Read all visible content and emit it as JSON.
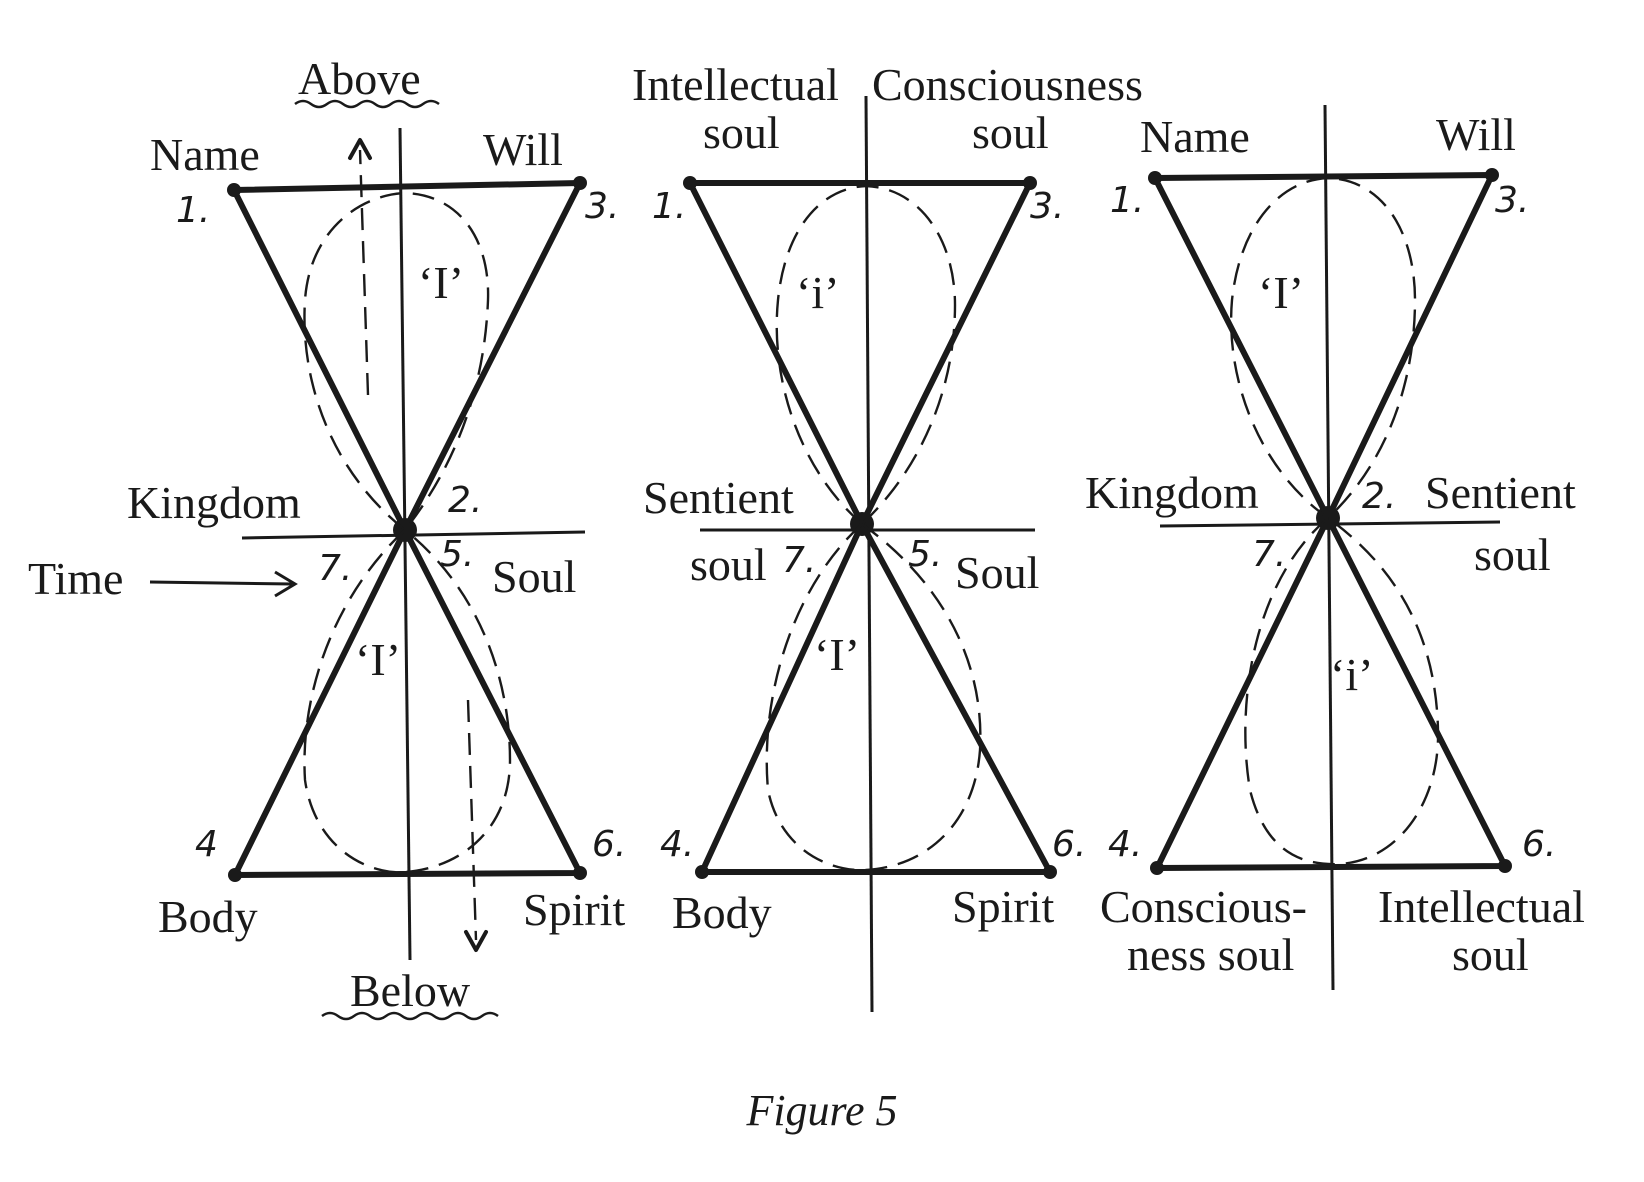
{
  "figure": {
    "caption": "Figure 5",
    "colors": {
      "ink": "#1a1a1a",
      "background": "#ffffff"
    },
    "left": {
      "above": "Above",
      "below": "Below",
      "time": "Time",
      "top_left_label": "Name",
      "top_right_label": "Will",
      "middle_left_label": "Kingdom",
      "middle_right_label": "Soul",
      "bottom_left_label": "Body",
      "bottom_right_label": "Spirit",
      "upper_ego": "‘I’",
      "lower_ego": "‘I’",
      "n1": "1.",
      "n2": "2.",
      "n3": "3.",
      "n4": "4",
      "n5": "5.",
      "n6": "6.",
      "n7": "7."
    },
    "middle": {
      "top_left_label_1": "Intellectual",
      "top_left_label_2": "soul",
      "top_right_label_1": "Consciousness",
      "top_right_label_2": "soul",
      "middle_left_label_1": "Sentient",
      "middle_left_label_2": "soul",
      "middle_right_label": "Soul",
      "bottom_left_label": "Body",
      "bottom_right_label": "Spirit",
      "upper_ego": "‘i’",
      "lower_ego": "‘I’",
      "n1": "1.",
      "n3": "3.",
      "n4": "4.",
      "n5": "5.",
      "n6": "6.",
      "n7": "7."
    },
    "right": {
      "top_left_label": "Name",
      "top_right_label": "Will",
      "middle_left_label": "Kingdom",
      "middle_right_label_1": "Sentient",
      "middle_right_label_2": "soul",
      "bottom_left_label_1": "Conscious-",
      "bottom_left_label_2": "ness soul",
      "bottom_right_label_1": "Intellectual",
      "bottom_right_label_2": "soul",
      "upper_ego": "‘I’",
      "lower_ego": "‘i’",
      "n1": "1.",
      "n2": "2.",
      "n3": "3.",
      "n4": "4.",
      "n6": "6.",
      "n7": "7."
    }
  }
}
